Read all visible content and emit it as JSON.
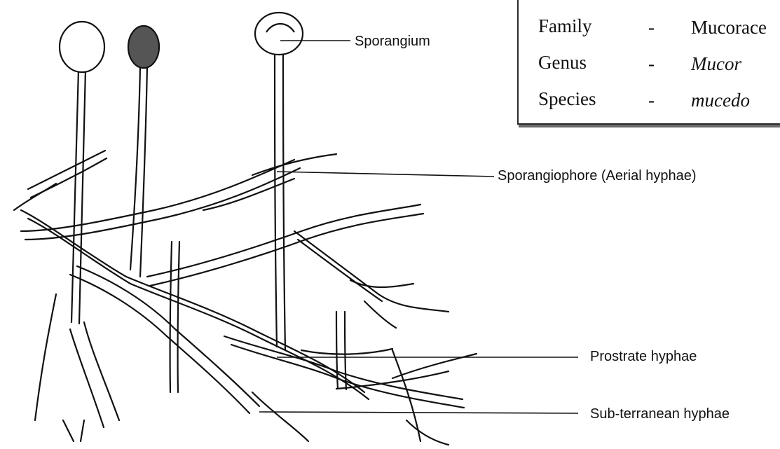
{
  "labels": {
    "sporangium": "Sporangium",
    "sporangiophore": "Sporangiophore (Aerial hyphae)",
    "prostrate": "Prostrate hyphae",
    "subterranean": "Sub-terranean hyphae"
  },
  "classification": {
    "rows": [
      {
        "rank": "Family",
        "dash": "-",
        "name": "Mucorace"
      },
      {
        "rank": "Genus",
        "dash": "-",
        "name": "Mucor"
      },
      {
        "rank": "Species",
        "dash": "-",
        "name": "mucedo"
      }
    ]
  },
  "colors": {
    "ink": "#111111",
    "background": "#ffffff"
  }
}
